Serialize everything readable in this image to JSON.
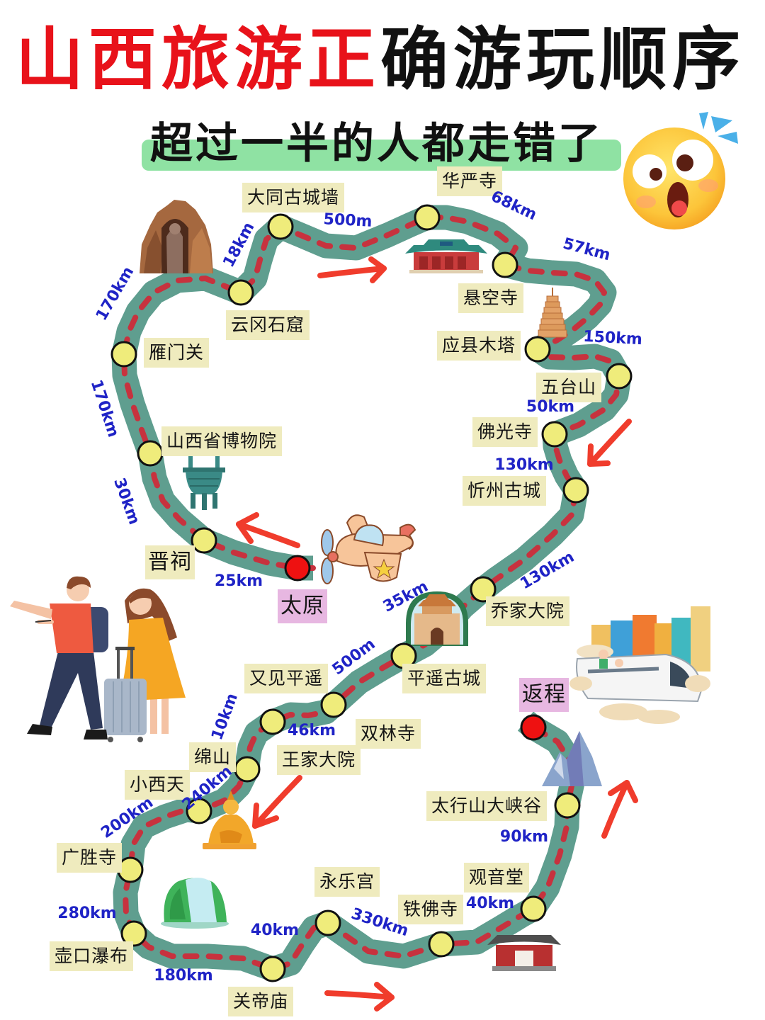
{
  "title": {
    "highlight": "山西旅游正",
    "rest": "确游玩顺序"
  },
  "subtitle": "超过一半的人都走错了",
  "colors": {
    "title_highlight": "#e8121a",
    "subtitle_bar": "#8fe2a3",
    "road": "#5f9e8f",
    "road_dash": "#c7323e",
    "stop_dot": "#efec7b",
    "endpoint_dot": "#ee1111",
    "place_label_bg": "#efebbe",
    "endpoint_label_bg": "#e7b7e1",
    "distance_text": "#1f23c6",
    "direction_arrow": "#f03c2c"
  },
  "route": {
    "start": "太原",
    "end": "返程",
    "stops": [
      "晋祠",
      "山西省博物院",
      "雁门关",
      "云冈石窟",
      "大同古城墙",
      "华严寺",
      "悬空寺",
      "应县木塔",
      "五台山",
      "佛光寺",
      "忻州古城",
      "乔家大院",
      "平遥古城",
      "又见平遥",
      "双林寺",
      "王家大院",
      "绵山",
      "小西天",
      "广胜寺",
      "壶口瀑布",
      "关帝庙",
      "永乐宫",
      "铁佛寺",
      "观音堂",
      "太行山大峡谷"
    ]
  },
  "distances": [
    "25km",
    "30km",
    "170km",
    "170km",
    "18km",
    "500m",
    "68km",
    "57km",
    "150km",
    "50km",
    "130km",
    "130km",
    "35km",
    "500m",
    "46km",
    "10km",
    "240km",
    "200km",
    "280km",
    "180km",
    "40km",
    "330km",
    "40km",
    "90km"
  ],
  "illustrations": [
    "shocked-emoji",
    "grotto-buddha",
    "temple-hall",
    "wooden-pagoda",
    "bronze-ding",
    "toy-airplane",
    "travelers-couple",
    "city-gate",
    "seated-buddha",
    "waterfall",
    "high-speed-train-city",
    "mountain-peak",
    "temple-gate"
  ]
}
